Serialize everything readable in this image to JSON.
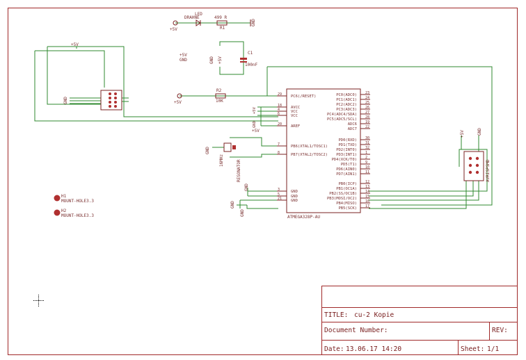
{
  "title_block": {
    "title_label": "TITLE:",
    "title_value": "cu-2 Kopie",
    "doc_number_label": "Document Number:",
    "rev_label": "REV:",
    "date_label": "Date:",
    "date_value": "13.06.17 14:20",
    "sheet_label": "Sheet:",
    "sheet_value": "1/1"
  },
  "parts": {
    "led": {
      "label": "LED",
      "value": "DRAHNE"
    },
    "r1": {
      "name": "R1",
      "value": "499 R"
    },
    "r2": {
      "name": "R2",
      "value": "10K"
    },
    "c1": {
      "name": "C1",
      "value": "100nF"
    },
    "mcu": {
      "value": "ATMEGA328P-AU"
    },
    "resonator": {
      "name": "RESONATOR",
      "value": "16MHz"
    },
    "h1": {
      "name": "H1",
      "value": "MOUNT-HOLE3.3"
    },
    "h2": {
      "name": "H2",
      "value": "MOUNT-HOLE3.3"
    },
    "isp": {
      "name": "AVRISPSMD"
    }
  },
  "supplies": {
    "vcc": "+5V",
    "gnd": "GND"
  },
  "mcu_pins_left": [
    {
      "label": "PC6(/RESET)",
      "num": "29"
    },
    {
      "label": "AVCC",
      "num": "18"
    },
    {
      "label": "VCC",
      "num": "4"
    },
    {
      "label": "VCC",
      "num": "6"
    },
    {
      "label": "AREF",
      "num": "20"
    },
    {
      "label": "PB6(XTAL1/TOSC1)",
      "num": "7"
    },
    {
      "label": "PB7(XTAL2/TOSC2)",
      "num": "8"
    },
    {
      "label": "GND",
      "num": "3"
    },
    {
      "label": "GND",
      "num": "5"
    },
    {
      "label": "GND",
      "num": "21"
    }
  ],
  "mcu_pins_right": [
    {
      "label": "PC0(ADC0)",
      "num": "23"
    },
    {
      "label": "PC1(ADC1)",
      "num": "24"
    },
    {
      "label": "PC2(ADC2)",
      "num": "25"
    },
    {
      "label": "PC3(ADC3)",
      "num": "26"
    },
    {
      "label": "PC4(ADC4/SDA)",
      "num": "27"
    },
    {
      "label": "PC5(ADC5/SCL)",
      "num": "28"
    },
    {
      "label": "ADC6",
      "num": "19"
    },
    {
      "label": "ADC7",
      "num": "22"
    },
    {
      "label": "PD0(RXD)",
      "num": "30"
    },
    {
      "label": "PD1(TXD)",
      "num": "31"
    },
    {
      "label": "PD2(INT0)",
      "num": "32"
    },
    {
      "label": "PD3(INT1)",
      "num": "1"
    },
    {
      "label": "PD4(XCK/T0)",
      "num": "2"
    },
    {
      "label": "PD5(T1)",
      "num": "9"
    },
    {
      "label": "PD6(AIN0)",
      "num": "10"
    },
    {
      "label": "PD7(AIN1)",
      "num": "11"
    },
    {
      "label": "PB0(ICP)",
      "num": "12"
    },
    {
      "label": "PB1(OC1A)",
      "num": "13"
    },
    {
      "label": "PB2(SS/OC1B)",
      "num": "14"
    },
    {
      "label": "PB3(MOSI/OC2)",
      "num": "15"
    },
    {
      "label": "PB4(MISO)",
      "num": "16"
    },
    {
      "label": "PB5(SCK)",
      "num": "17"
    }
  ],
  "colors": {
    "frame": "#a02828",
    "wire": "#2f8a2f",
    "part": "#7a2020",
    "pad": "#b03030"
  }
}
